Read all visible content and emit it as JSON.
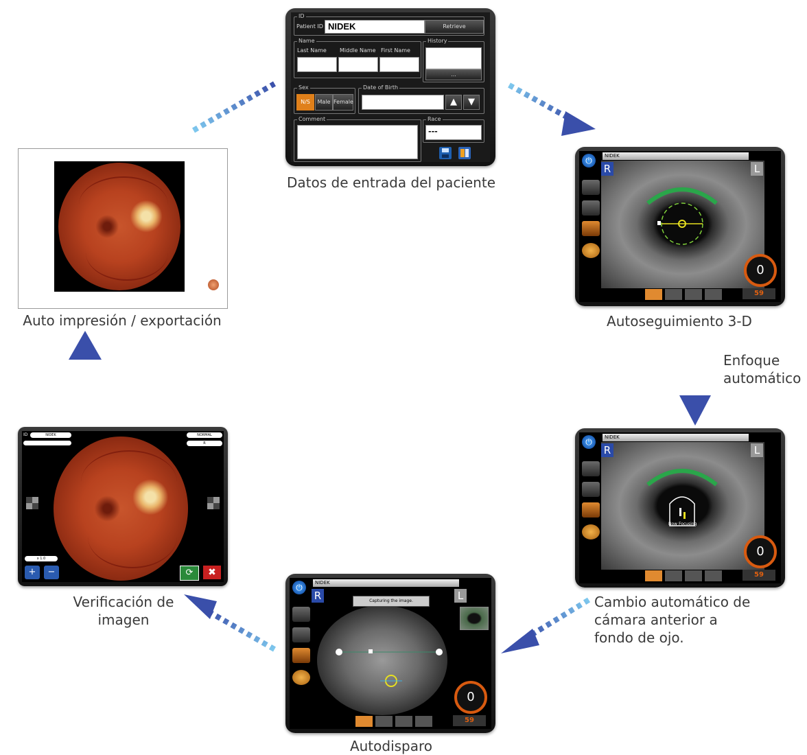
{
  "captions": {
    "patient_entry": "Datos de entrada del paciente",
    "auto_tracking": "Autoseguimiento 3-D",
    "auto_focus_line1": "Enfoque",
    "auto_focus_line2": "automático",
    "auto_switch_line1": "Cambio automático de",
    "auto_switch_line2": "cámara anterior a",
    "auto_switch_line3": "fondo de ojo.",
    "auto_shot": "Autodisparo",
    "image_check_line1": "Verificación de",
    "image_check_line2": "imagen",
    "auto_print": "Auto impresión / exportación"
  },
  "patient_form": {
    "id_group": "ID",
    "patient_id_label": "Patient ID",
    "patient_id_value": "NIDEK",
    "retrieve_button": "Retrieve",
    "name_group": "Name",
    "last_name_label": "Last Name",
    "middle_name_label": "Middle Name",
    "first_name_label": "First Name",
    "history_group": "History",
    "history_more": "...",
    "sex_group": "Sex",
    "sex_options": [
      "N/S",
      "Male",
      "Female"
    ],
    "sex_selected": "N/S",
    "dob_group": "Date of Birth",
    "comment_group": "Comment",
    "race_group": "Race",
    "race_value": "---"
  },
  "camera_screens": {
    "tracking": {
      "patient_id": "NIDEK",
      "left_eye": "R",
      "right_eye": "L",
      "counter": "0",
      "shot_count": "59"
    },
    "switching": {
      "patient_id": "NIDEK",
      "left_eye": "R",
      "right_eye": "L",
      "status": "Now Focusing",
      "counter": "0",
      "shot_count": "59"
    },
    "shot": {
      "patient_id": "NIDEK",
      "left_eye": "R",
      "right_eye": "L",
      "status": "Capturing the image.",
      "counter": "0",
      "shot_count": "59"
    }
  },
  "review_screen": {
    "id_label": "ID",
    "patient_id": "NIDEK",
    "mode": "NORMAL",
    "eye": "R",
    "zoom": "x 1.0"
  },
  "colors": {
    "arrow_light": "#7ec8ee",
    "arrow_dark": "#3a4faa",
    "accent_orange": "#e0801a",
    "eye_badge_blue": "#2a4aa8"
  },
  "icons": [
    "arrow-gradient-icon",
    "save-icon",
    "export-icon",
    "power-icon",
    "zoom-in-icon",
    "zoom-out-icon",
    "accept-icon",
    "reject-icon"
  ]
}
